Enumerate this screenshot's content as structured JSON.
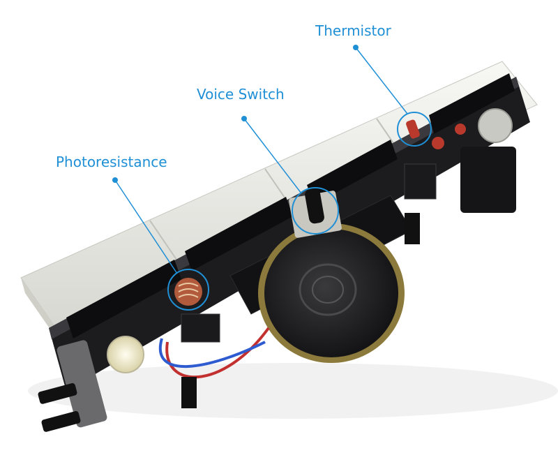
{
  "labels": {
    "thermistor": "Thermistor",
    "voice_switch": "Voice Switch",
    "photoresistance": "Photoresistance"
  },
  "colors": {
    "callout": "#1f8fd6",
    "pcb": "#1c1c1f",
    "display_white": "#eeeeea",
    "speaker": "#2a2a2c",
    "led": "#f3eed0"
  }
}
